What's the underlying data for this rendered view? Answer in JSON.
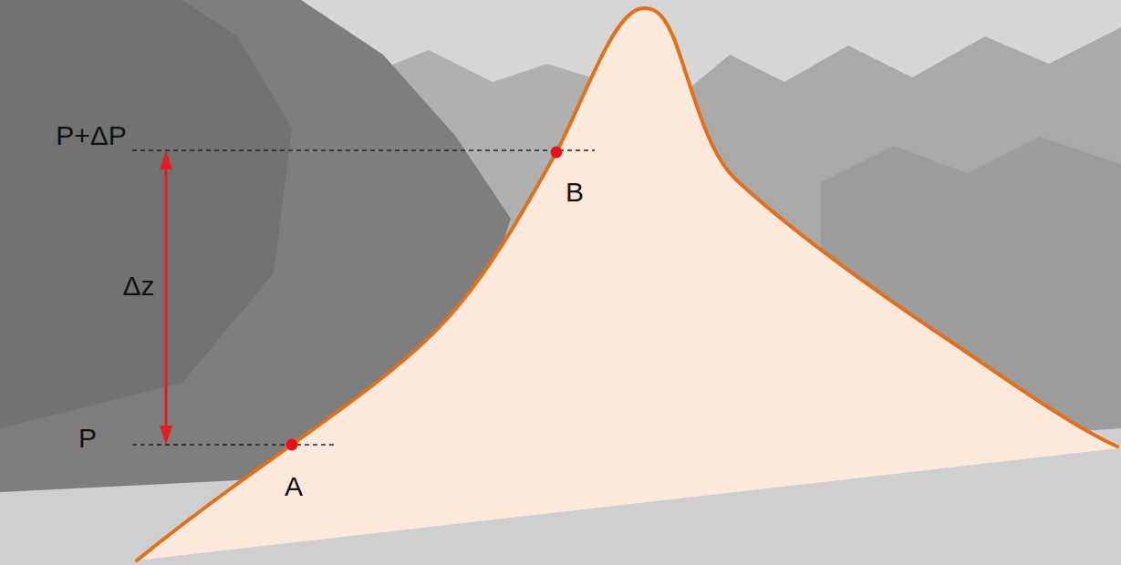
{
  "diagram": {
    "labels": [
      "P+ΔP",
      "B",
      "Δz",
      "P",
      "A"
    ]
  }
}
